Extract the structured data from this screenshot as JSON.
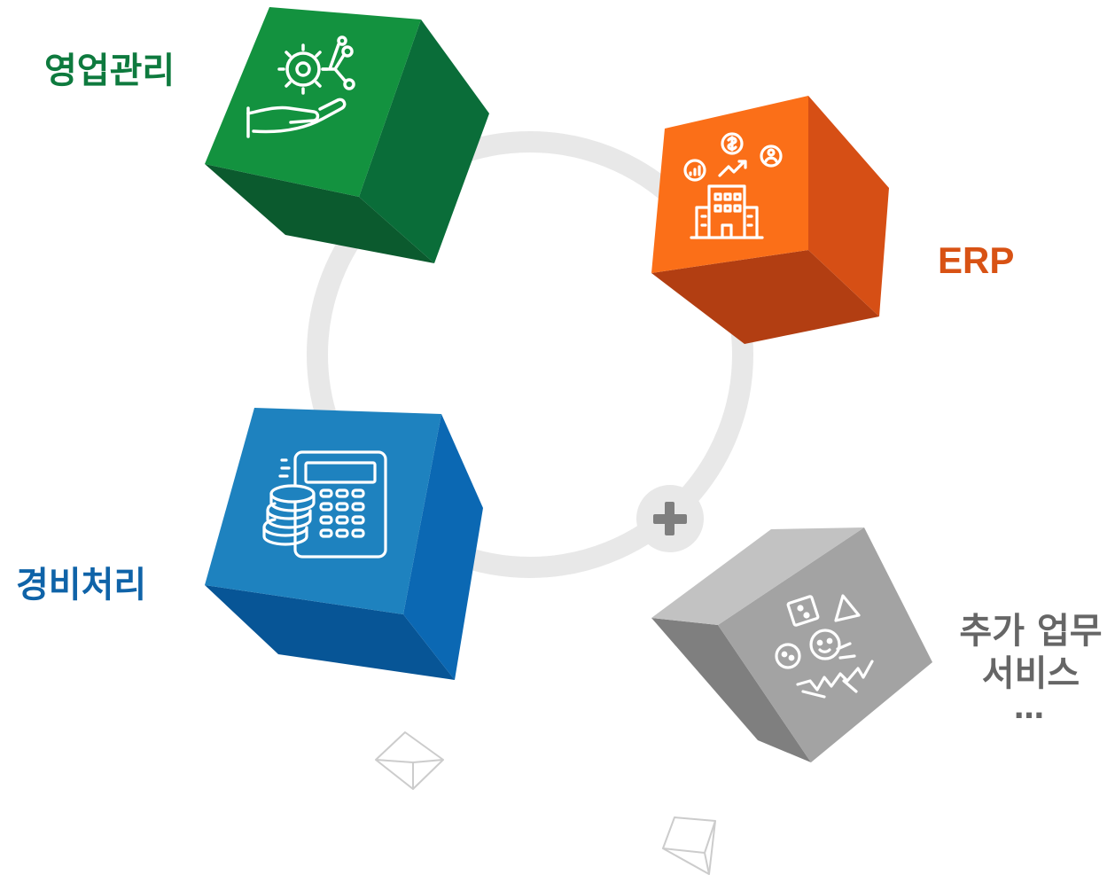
{
  "colors": {
    "green": "#0e7a3e",
    "orange": "#d85214",
    "blue": "#0f63a8",
    "gray": "#666666",
    "ring": "#e8e8e8"
  },
  "cubes": [
    {
      "id": "sales",
      "label": "영업관리",
      "icon": "gear-hand-icon",
      "color": "#0e7a3e"
    },
    {
      "id": "erp",
      "label": "ERP",
      "icon": "business-building-icon",
      "color": "#d85214"
    },
    {
      "id": "expense",
      "label": "경비처리",
      "icon": "calculator-coins-icon",
      "color": "#0f63a8"
    },
    {
      "id": "more",
      "label_lines": [
        "추가 업무",
        "서비스",
        "…"
      ],
      "icon": "shapes-person-icon",
      "color": "#666666"
    }
  ],
  "connector": {
    "icon": "plus-icon"
  },
  "decorations": [
    "small-cube-outline-icon",
    "small-cube-outline-icon"
  ]
}
